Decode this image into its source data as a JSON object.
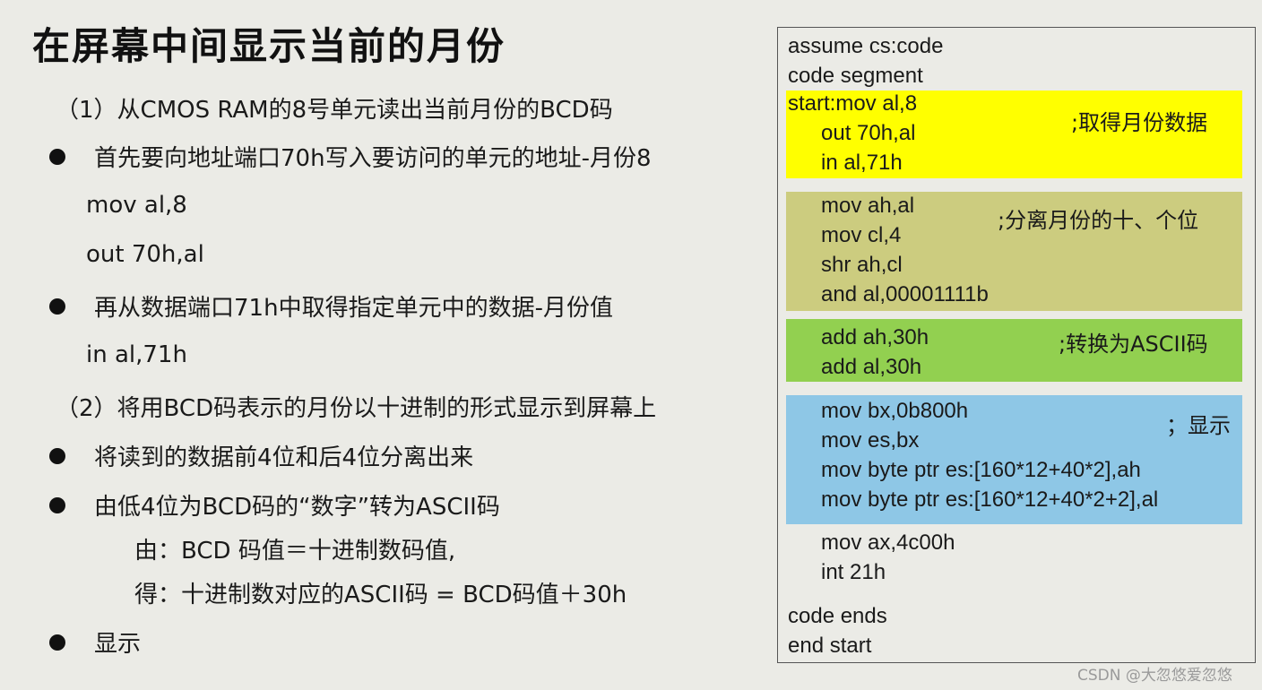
{
  "title": "在屏幕中间显示当前的月份",
  "left": {
    "section1": "（1）从CMOS RAM的8号单元读出当前月份的BCD码",
    "bullet1": "首先要向地址端口70h写入要访问的单元的地址-月份8",
    "code1a": "mov al,8",
    "code1b": "out 70h,al",
    "bullet2": "再从数据端口71h中取得指定单元中的数据-月份值",
    "code2": "in al,71h",
    "section2": "（2）将用BCD码表示的月份以十进制的形式显示到屏幕上",
    "bullet3": "将读到的数据前4位和后4位分离出来",
    "bullet4": "由低4位为BCD码的“数字”转为ASCII码",
    "sub1": "由：BCD 码值＝十进制数码值,",
    "sub2": "得：十进制数对应的ASCII码 = BCD码值＋30h",
    "bullet5": "显示"
  },
  "code": {
    "l1": "assume cs:code",
    "l2": "code segment",
    "y1": "start:mov al,8",
    "y2": "out 70h,al",
    "y3": "in al,71h",
    "y_comment": ";取得月份数据",
    "o1": "mov ah,al",
    "o2": "mov cl,4",
    "o3": "shr ah,cl",
    "o4": "and al,00001111b",
    "o_comment": ";分离月份的十、个位",
    "g1": "add ah,30h",
    "g2": "add al,30h",
    "g_comment": ";转换为ASCII码",
    "b1": "mov bx,0b800h",
    "b2": "mov es,bx",
    "b3": "mov byte ptr es:[160*12+40*2],ah",
    "b4": "mov byte ptr es:[160*12+40*2+2],al",
    "b_comment": "；显示",
    "e1": "mov ax,4c00h",
    "e2": "int 21h",
    "e3": "code ends",
    "e4": "end start"
  },
  "colors": {
    "yellow": "#ffff00",
    "olive": "#cccc7f",
    "green": "#92d050",
    "blue": "#8ec7e6"
  },
  "watermark": "CSDN @大忽悠爱忽悠"
}
